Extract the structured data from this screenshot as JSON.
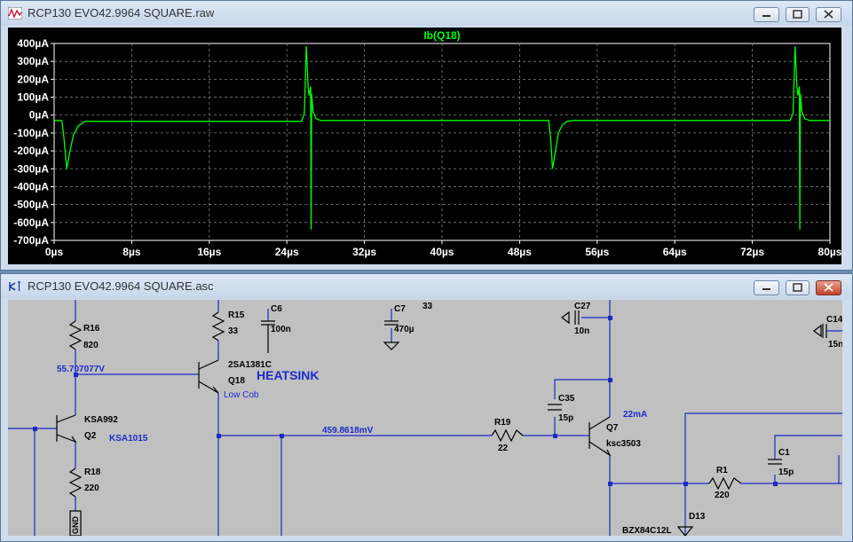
{
  "waveform_window": {
    "title": "RCP130 EVO42.9964 SQUARE.raw",
    "trace_label": "Ib(Q18)",
    "colors": {
      "background": "#000000",
      "trace": "#00ff00",
      "grid": "#808080",
      "axis_text": "#ffffff"
    }
  },
  "schematic_window": {
    "title": "RCP130 EVO42.9964 SQUARE.asc",
    "labels": {
      "r16": "R16",
      "r16_val": "820",
      "r15": "R15",
      "r15_val": "33",
      "c6": "C6",
      "c6_val": "100n",
      "c7": "C7",
      "c7_val": "470µ",
      "c7_extra": "33",
      "c27": "C27",
      "c27_val": "10n",
      "c14": "C14",
      "c14_val": "15n",
      "node_voltage_1": "55.707077V",
      "q18_part": "2SA1381C",
      "q18": "Q18",
      "q18_note": "Low Cob",
      "heatsink": "HEATSINK",
      "q2_part": "KSA992",
      "q2": "Q2",
      "q2_alt": "KSA1015",
      "r18": "R18",
      "r18_val": "220",
      "gnd": "GND",
      "node_voltage_2": "459.8618mV",
      "r19": "R19",
      "r19_val": "22",
      "c35": "C35",
      "c35_val": "15p",
      "q7": "Q7",
      "q7_part": "ksc3503",
      "q7_current": "22mA",
      "c1": "C1",
      "c1_val": "15p",
      "r1": "R1",
      "r1_val": "220",
      "d13": "D13",
      "d13_part": "BZX84C12L"
    }
  },
  "chart_data": {
    "type": "line",
    "title": "Ib(Q18)",
    "xlabel": "",
    "ylabel": "",
    "x_unit": "µs",
    "y_unit": "µA",
    "xlim": [
      0,
      80
    ],
    "ylim": [
      -700,
      400
    ],
    "x_ticks": [
      "0µs",
      "8µs",
      "16µs",
      "24µs",
      "32µs",
      "40µs",
      "48µs",
      "56µs",
      "64µs",
      "72µs",
      "80µs"
    ],
    "y_ticks": [
      "400µA",
      "300µA",
      "200µA",
      "100µA",
      "0µA",
      "-100µA",
      "-200µA",
      "-300µA",
      "-400µA",
      "-500µA",
      "-600µA",
      "-700µA"
    ],
    "grid": true,
    "series": [
      {
        "name": "Ib(Q18)",
        "x": [
          0,
          0.8,
          1.0,
          1.3,
          1.6,
          2.0,
          2.5,
          3.2,
          25.5,
          25.8,
          26.0,
          26.2,
          26.3,
          26.45,
          26.5,
          26.55,
          26.7,
          27.0,
          27.5,
          28.0,
          51.0,
          51.2,
          51.4,
          51.7,
          52.0,
          52.4,
          52.9,
          53.6,
          75.9,
          76.2,
          76.4,
          76.6,
          76.7,
          76.85,
          76.9,
          76.95,
          77.1,
          77.4,
          77.9,
          78.4,
          80
        ],
        "y": [
          -30,
          -30,
          -120,
          -300,
          -210,
          -110,
          -60,
          -35,
          -35,
          10,
          385,
          150,
          110,
          160,
          -640,
          120,
          20,
          -20,
          -30,
          -30,
          -30,
          -130,
          -300,
          -200,
          -100,
          -55,
          -35,
          -30,
          -30,
          10,
          385,
          150,
          110,
          160,
          -640,
          120,
          20,
          -20,
          -30,
          -30,
          -30
        ]
      }
    ]
  }
}
